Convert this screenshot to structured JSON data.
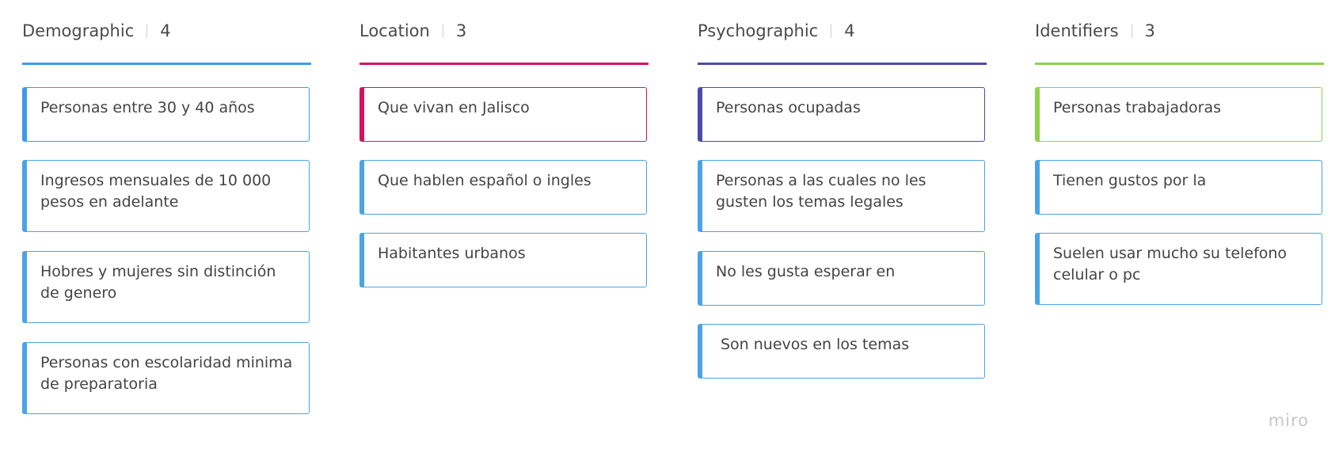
{
  "colors": {
    "demographic": "#3d9be9",
    "location": "#d0155f",
    "psychographic": "#4d4aa8",
    "identifiers": "#8fd14f",
    "default_card": "#4aa3e6"
  },
  "columns": [
    {
      "title": "Demographic",
      "count": "4",
      "cards": [
        "Personas entre 30 y 40 años",
        "Ingresos mensuales de 10 000 pesos en adelante",
        "Hobres y mujeres sin distinción de genero",
        "Personas con escolaridad minima de preparatoria"
      ]
    },
    {
      "title": "Location",
      "count": "3",
      "cards": [
        "Que vivan en Jalisco",
        "Que hablen español o ingles",
        "Habitantes urbanos"
      ]
    },
    {
      "title": "Psychographic",
      "count": "4",
      "cards": [
        "Personas ocupadas",
        "Personas a las cuales no les gusten los temas legales",
        "No les gusta esperar en",
        "Son nuevos en los temas"
      ]
    },
    {
      "title": "Identifiers",
      "count": "3",
      "cards": [
        "Personas trabajadoras",
        "Tienen gustos por la",
        "Suelen usar mucho su telefono celular o pc"
      ]
    }
  ],
  "watermark": "miro"
}
